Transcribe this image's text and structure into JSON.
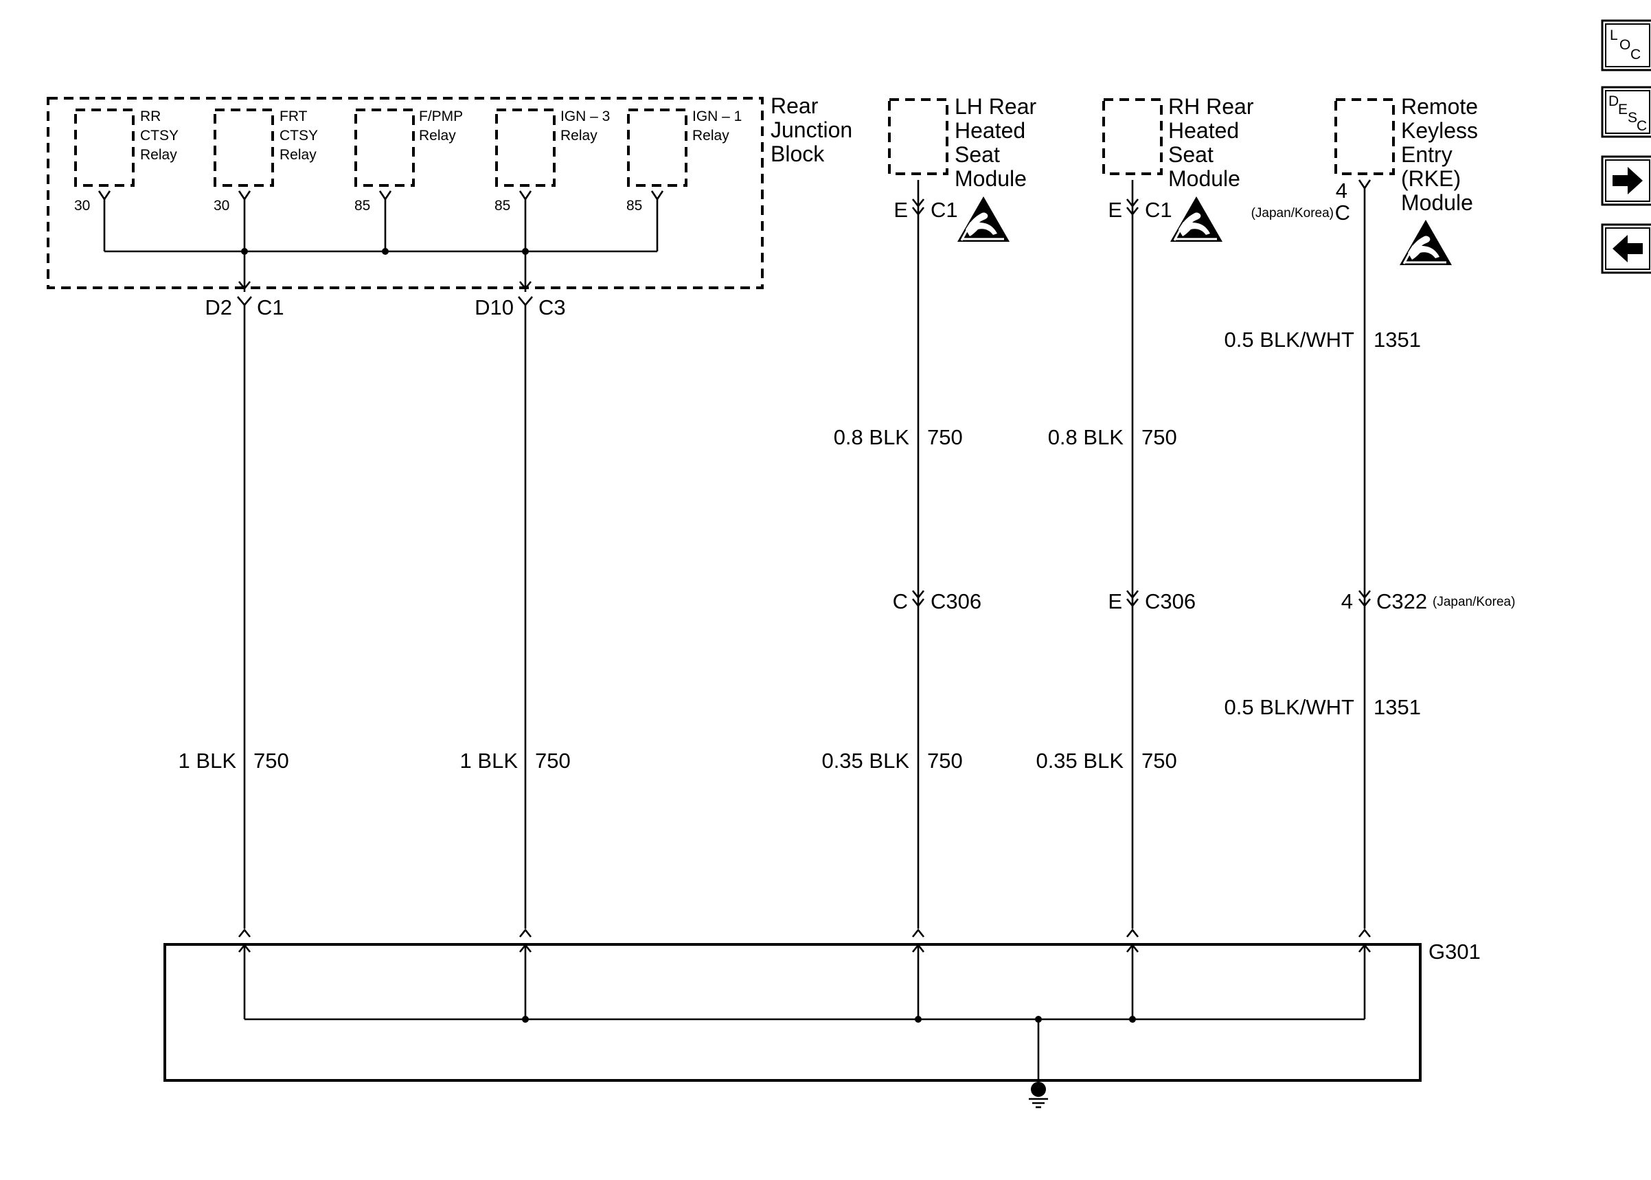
{
  "rear_junction_block": {
    "name_lines": [
      "Rear",
      "Junction",
      "Block"
    ],
    "relays": [
      {
        "lines": [
          "RR",
          "CTSY",
          "Relay"
        ],
        "pin": "30"
      },
      {
        "lines": [
          "FRT",
          "CTSY",
          "Relay"
        ],
        "pin": "30"
      },
      {
        "lines": [
          "F/PMP",
          "Relay"
        ],
        "pin": "85"
      },
      {
        "lines": [
          "IGN – 3",
          "Relay"
        ],
        "pin": "85"
      },
      {
        "lines": [
          "IGN – 1",
          "Relay"
        ],
        "pin": "85"
      }
    ],
    "outputs": [
      {
        "pin": "D2",
        "connector": "C1",
        "wire_gauge_color": "1 BLK",
        "circuit": "750"
      },
      {
        "pin": "D10",
        "connector": "C3",
        "wire_gauge_color": "1 BLK",
        "circuit": "750"
      }
    ]
  },
  "modules": [
    {
      "name_lines": [
        "LH Rear",
        "Heated",
        "Seat",
        "Module"
      ],
      "pin": "E",
      "connector": "C1",
      "wire_upper": {
        "gauge_color": "0.8 BLK",
        "circuit": "750"
      },
      "inline": {
        "pin": "C",
        "connector": "C306",
        "note": ""
      },
      "wire_lower": {
        "gauge_color": "0.35 BLK",
        "circuit": "750"
      }
    },
    {
      "name_lines": [
        "RH Rear",
        "Heated",
        "Seat",
        "Module"
      ],
      "pin": "E",
      "connector": "C1",
      "wire_upper": {
        "gauge_color": "0.8 BLK",
        "circuit": "750"
      },
      "inline": {
        "pin": "E",
        "connector": "C306",
        "note": ""
      },
      "wire_lower": {
        "gauge_color": "0.35 BLK",
        "circuit": "750"
      }
    },
    {
      "name_lines": [
        "Remote",
        "Keyless",
        "Entry",
        "(RKE)",
        "Module"
      ],
      "pin": "4",
      "connector": "C",
      "note": "(Japan/Korea)",
      "wire_upper": {
        "gauge_color": "0.5 BLK/WHT",
        "circuit": "1351"
      },
      "inline": {
        "pin": "4",
        "connector": "C322",
        "note": "(Japan/Korea)"
      },
      "wire_lower": {
        "gauge_color": "0.5 BLK/WHT",
        "circuit": "1351"
      }
    }
  ],
  "ground": {
    "label": "G301"
  },
  "nav": {
    "loc": {
      "l1": "L",
      "l2": "O",
      "l3": "C"
    },
    "desc": {
      "l1": "D",
      "l2": "E",
      "l3": "S",
      "l4": "C"
    }
  }
}
